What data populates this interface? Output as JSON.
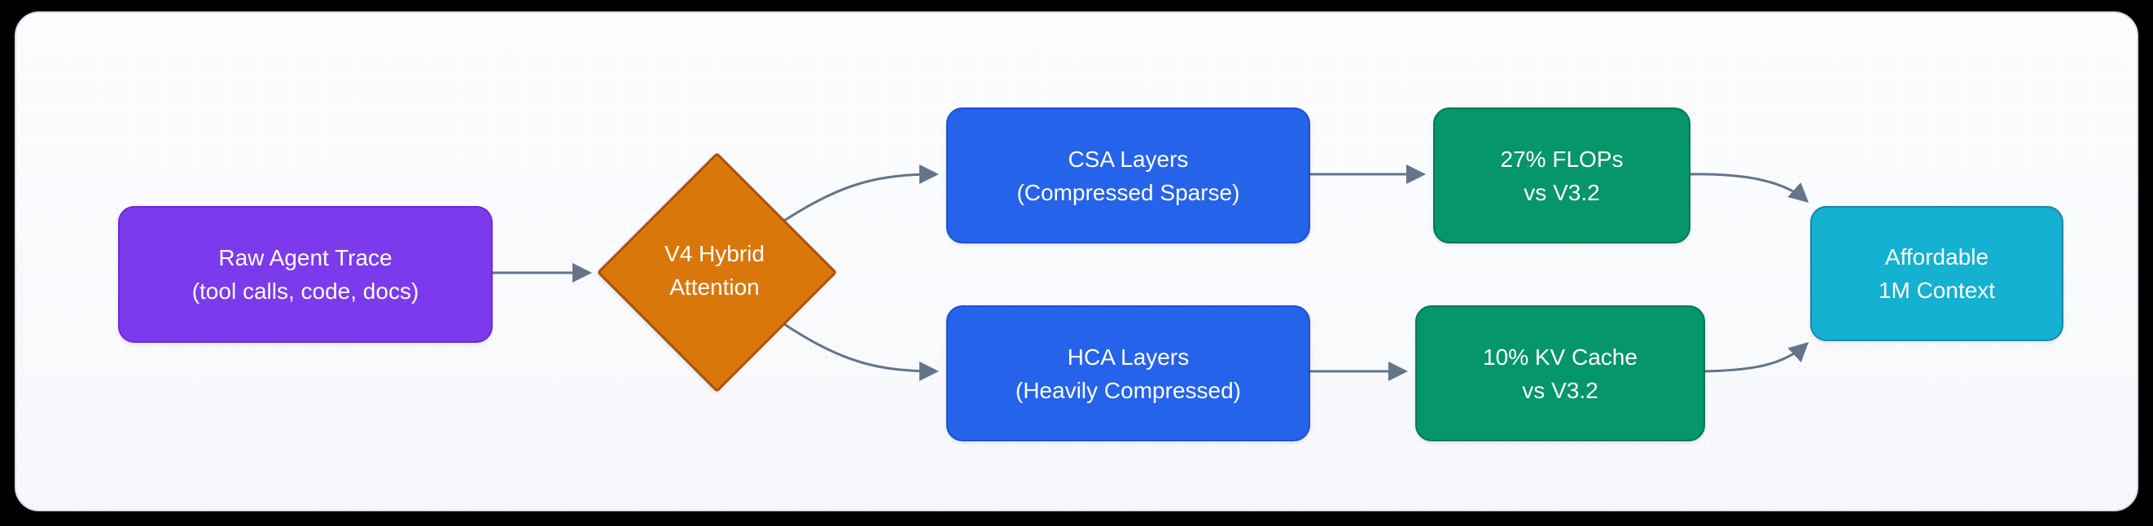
{
  "diagram": {
    "frame_background": "#000000",
    "canvas_background": "#fbfcfe",
    "connector_color": "#64748b",
    "nodes": [
      {
        "id": "raw-agent-trace",
        "shape": "rounded-rectangle",
        "fill": "#7c3aed",
        "border_color": "#6d28d9",
        "text_color": "#ffffff",
        "lines": [
          "Raw Agent Trace",
          "(tool calls, code, docs)"
        ]
      },
      {
        "id": "v4-hybrid-attention",
        "shape": "diamond",
        "fill": "#d9770b",
        "border_color": "#a85309",
        "text_color": "#ffffff",
        "lines": [
          "V4 Hybrid",
          "Attention"
        ]
      },
      {
        "id": "csa-layers",
        "shape": "rounded-rectangle",
        "fill": "#2563eb",
        "border_color": "#1d4ed8",
        "text_color": "#ffffff",
        "lines": [
          "CSA Layers",
          "(Compressed Sparse)"
        ]
      },
      {
        "id": "hca-layers",
        "shape": "rounded-rectangle",
        "fill": "#2563eb",
        "border_color": "#1d4ed8",
        "text_color": "#ffffff",
        "lines": [
          "HCA Layers",
          "(Heavily Compressed)"
        ]
      },
      {
        "id": "flops-vs-v32",
        "shape": "rounded-rectangle",
        "fill": "#059669",
        "border_color": "#047857",
        "text_color": "#ffffff",
        "lines": [
          "27% FLOPs",
          "vs V3.2"
        ]
      },
      {
        "id": "kv-cache-vs-v32",
        "shape": "rounded-rectangle",
        "fill": "#059669",
        "border_color": "#047857",
        "text_color": "#ffffff",
        "lines": [
          "10% KV Cache",
          "vs V3.2"
        ]
      },
      {
        "id": "affordable-1m-context",
        "shape": "rounded-rectangle",
        "fill": "#14b1d0",
        "border_color": "#1d87a9",
        "text_color": "#ffffff",
        "lines": [
          "Affordable",
          "1M Context"
        ]
      }
    ],
    "edges": [
      {
        "from": "raw-agent-trace",
        "to": "v4-hybrid-attention",
        "style": "straight-arrow"
      },
      {
        "from": "v4-hybrid-attention",
        "to": "csa-layers",
        "style": "curved-arrow"
      },
      {
        "from": "v4-hybrid-attention",
        "to": "hca-layers",
        "style": "curved-arrow"
      },
      {
        "from": "csa-layers",
        "to": "flops-vs-v32",
        "style": "straight-arrow"
      },
      {
        "from": "hca-layers",
        "to": "kv-cache-vs-v32",
        "style": "straight-arrow"
      },
      {
        "from": "flops-vs-v32",
        "to": "affordable-1m-context",
        "style": "curved-arrow"
      },
      {
        "from": "kv-cache-vs-v32",
        "to": "affordable-1m-context",
        "style": "curved-arrow"
      }
    ]
  }
}
